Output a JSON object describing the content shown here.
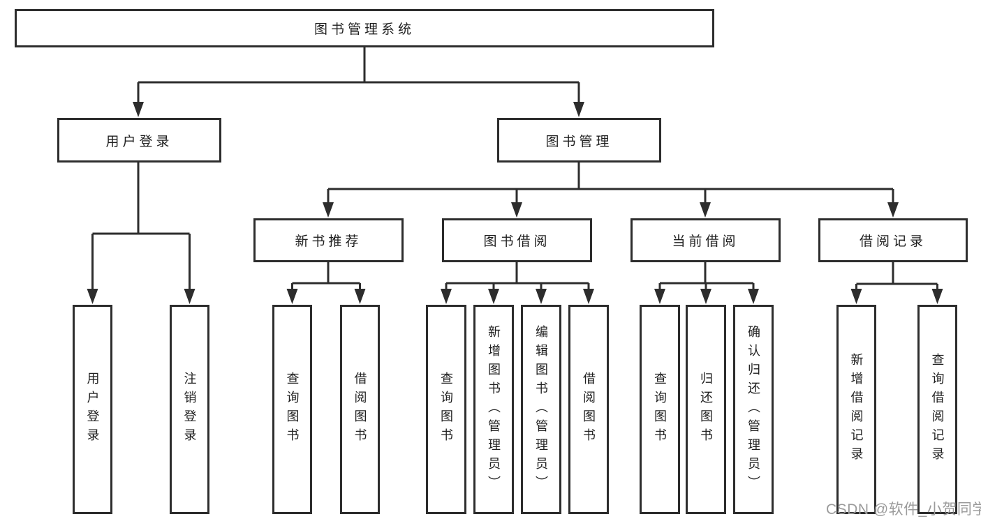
{
  "diagram": {
    "watermark": "CSDN @软件_小贺同学",
    "colors": {
      "line": "#2d2d2d",
      "text": "#1f1f1f",
      "watermark_gray": "#9b9b9b",
      "background": "#ffffff"
    },
    "nodes": {
      "root": {
        "label": "图书管理系统"
      },
      "login": {
        "label": "用户登录"
      },
      "mgmt": {
        "label": "图书管理"
      },
      "rec_new": {
        "label": "新书推荐"
      },
      "borrow": {
        "label": "图书借阅"
      },
      "current": {
        "label": "当前借阅"
      },
      "records": {
        "label": "借阅记录"
      },
      "leaf_login": {
        "label": "用户登录"
      },
      "leaf_logout": {
        "label": "注销登录"
      },
      "leaf_rec_query": {
        "label": "查询图书"
      },
      "leaf_rec_borrow": {
        "label": "借阅图书"
      },
      "leaf_bor_query": {
        "label": "查询图书"
      },
      "leaf_bor_add": {
        "label": "新增图书（管理员）"
      },
      "leaf_bor_edit": {
        "label": "编辑图书（管理员）"
      },
      "leaf_bor_borrow": {
        "label": "借阅图书"
      },
      "leaf_cur_query": {
        "label": "查询图书"
      },
      "leaf_cur_return": {
        "label": "归还图书"
      },
      "leaf_cur_confirm": {
        "label": "确认归还（管理员）"
      },
      "leaf_recd_add": {
        "label": "新增借阅记录"
      },
      "leaf_recd_query": {
        "label": "查询借阅记录"
      }
    }
  }
}
